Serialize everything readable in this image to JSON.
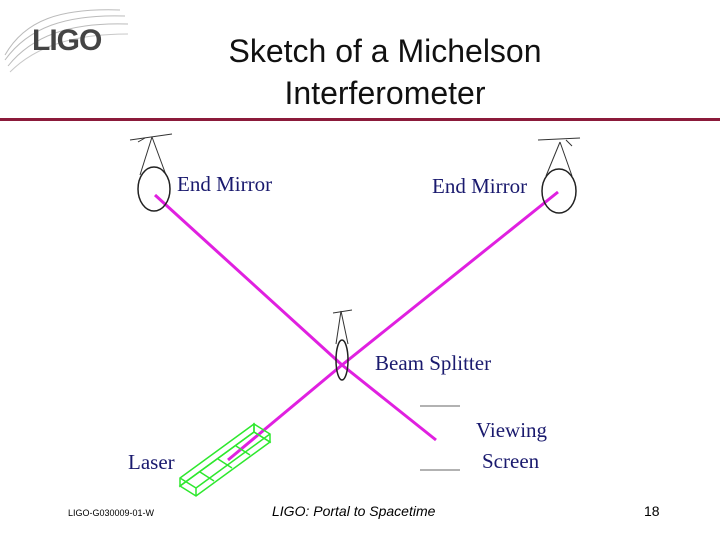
{
  "header": {
    "logo_text": "LIGO",
    "title_line1": "Sketch of a Michelson",
    "title_line2": "Interferometer"
  },
  "diagram": {
    "labels": {
      "end_mirror_left": "End Mirror",
      "end_mirror_right": "End Mirror",
      "beam_splitter": "Beam Splitter",
      "viewing_screen_line1": "Viewing",
      "viewing_screen_line2": "Screen",
      "laser": "Laser"
    },
    "colors": {
      "beam": "#e020e0",
      "laser_body": "#2ee82e",
      "label_text": "#1a1a6e",
      "title_rule": "#8b1a3a"
    }
  },
  "footer": {
    "doc_id": "LIGO-G030009-01-W",
    "center_text": "LIGO: Portal to Spacetime",
    "page_number": "18"
  }
}
